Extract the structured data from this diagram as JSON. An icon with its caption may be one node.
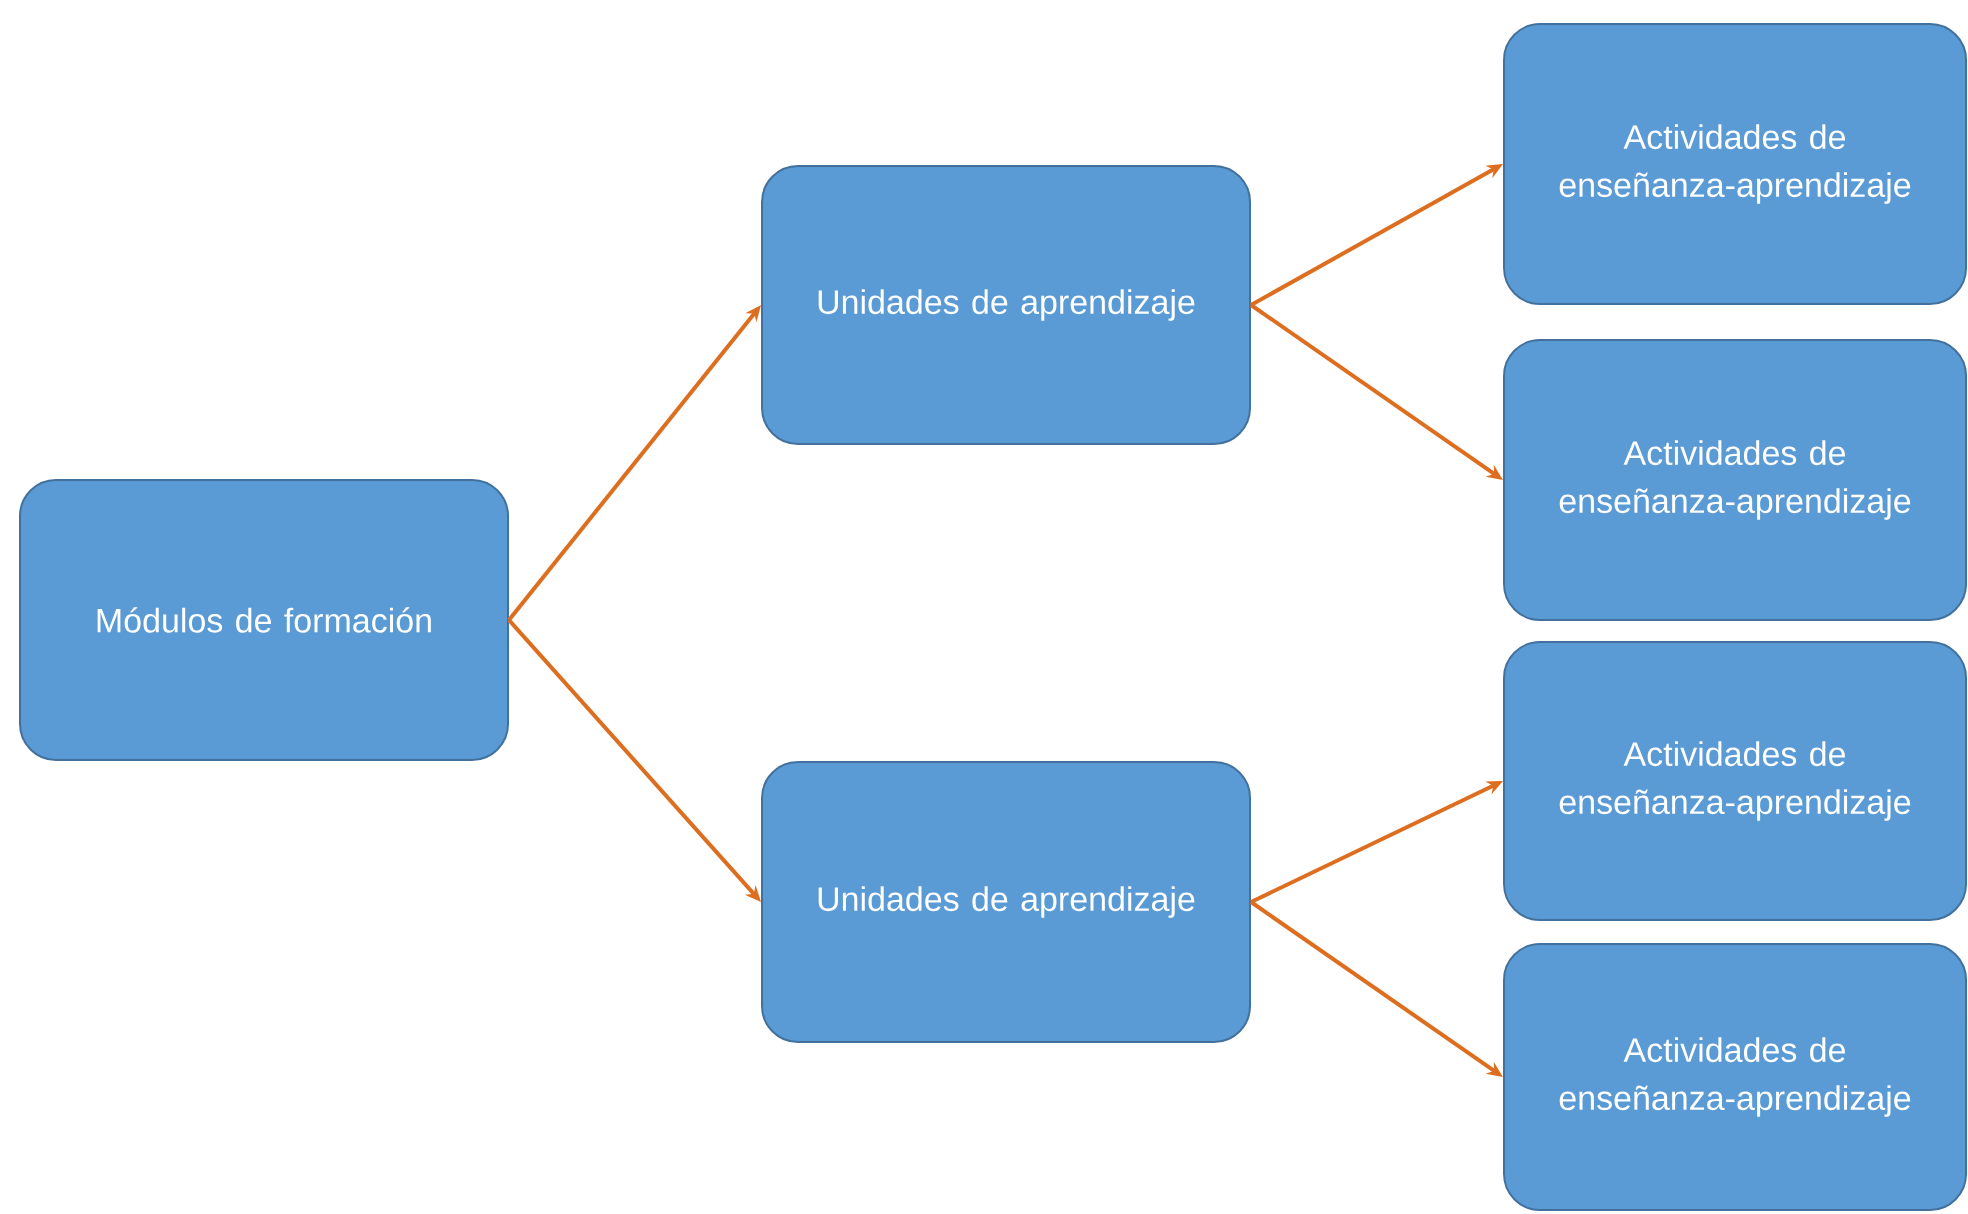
{
  "diagram": {
    "nodes": [
      {
        "text": [
          "Módulos de formación"
        ]
      },
      {
        "text": [
          "Unidades de aprendizaje"
        ]
      },
      {
        "text": [
          "Actividades de enseñanza-aprendizaje"
        ]
      },
      {
        "text": [
          "Actividades de enseñanza-aprendizaje"
        ]
      },
      {
        "text": [
          "Unidades de aprendizaje"
        ]
      },
      {
        "text": [
          "Actividades de enseñanza-aprendizaje"
        ]
      },
      {
        "text": [
          "Actividades de enseñanza-aprendizaje"
        ]
      }
    ],
    "edges": [
      {
        "from": 0,
        "to": 1,
        "arrow": "to"
      },
      {
        "from": 1,
        "to": 2,
        "arrow": "to"
      },
      {
        "from": 1,
        "to": 3,
        "arrow": "to"
      },
      {
        "from": 0,
        "to": 4,
        "arrow": "to"
      },
      {
        "from": 4,
        "to": 5,
        "arrow": "to"
      },
      {
        "from": 4,
        "to": 6,
        "arrow": "to"
      }
    ]
  }
}
